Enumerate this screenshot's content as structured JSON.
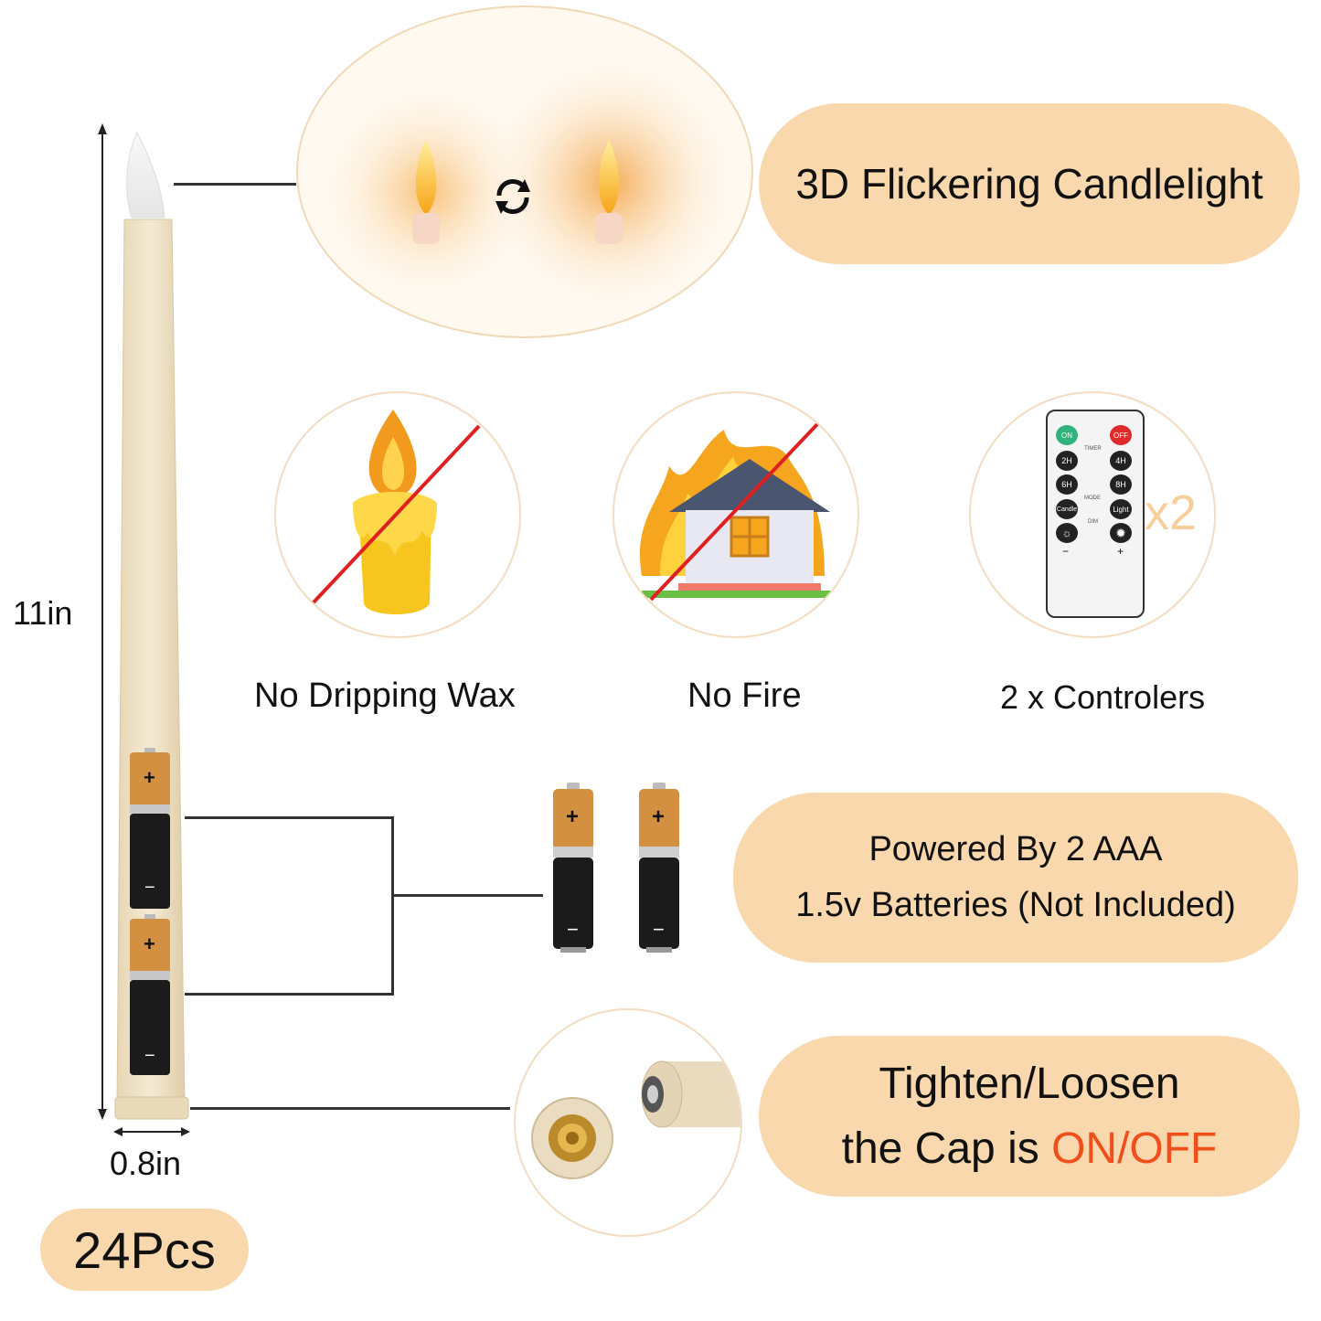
{
  "feature_flicker": {
    "label": "3D Flickering Candlelight"
  },
  "feature_no_wax": {
    "label": "No Dripping Wax"
  },
  "feature_no_fire": {
    "label": "No Fire"
  },
  "feature_controllers": {
    "label": "2 x Controlers",
    "multiplier": "x2"
  },
  "remote": {
    "buttons": [
      "ON",
      "OFF",
      "2H",
      "4H",
      "6H",
      "8H",
      "Candle",
      "Light"
    ],
    "section_timer": "TIMER",
    "section_mode": "MODE",
    "section_dim": "DIM",
    "minus": "−",
    "plus": "+"
  },
  "battery": {
    "line1": "Powered By 2 AAA",
    "line2": "1.5v Batteries (Not Included)",
    "plus": "+",
    "minus": "−"
  },
  "cap": {
    "line1": "Tighten/Loosen",
    "line2_prefix": "the Cap is ",
    "line2_highlight": "ON/OFF"
  },
  "dimensions": {
    "height": "11in",
    "width": "0.8in"
  },
  "quantity": {
    "label": "24Pcs"
  },
  "colors": {
    "pill": "#fad8ad",
    "highlight": "#f04e1a",
    "ivory": "#efe3c8",
    "cross_line": "#e02020"
  }
}
